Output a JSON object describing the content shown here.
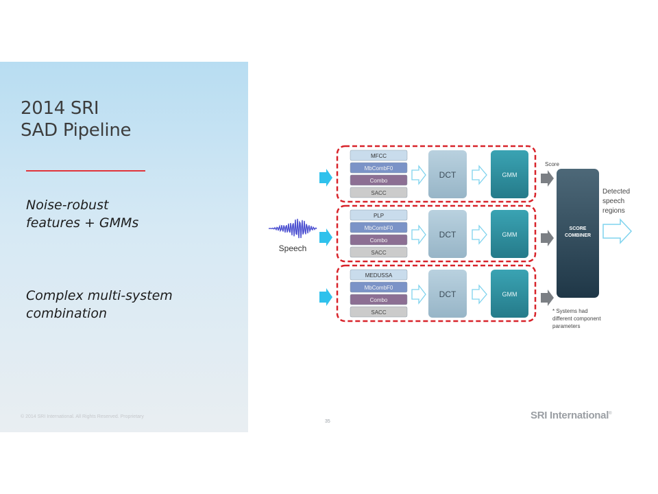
{
  "slide": {
    "title_line1": "2014 SRI",
    "title_line2": "SAD Pipeline",
    "bullet1_line1": "Noise-robust",
    "bullet1_line2": "features + GMMs",
    "bullet2_line1": "Complex multi-system",
    "bullet2_line2": "combination",
    "copyright": "© 2014 SRI International. All Rights Reserved. Proprietary",
    "page_number": "35",
    "logo": "SRI International",
    "logo_mark": "®"
  },
  "diagram": {
    "input_label": "Speech",
    "rows": [
      {
        "features": [
          "MFCC",
          "MbCombF0",
          "Combo",
          "SACC"
        ],
        "dct": "DCT",
        "gmm": "GMM"
      },
      {
        "features": [
          "PLP",
          "MbCombF0",
          "Combo",
          "SACC"
        ],
        "dct": "DCT",
        "gmm": "GMM"
      },
      {
        "features": [
          "MEDUSSA",
          "MbCombF0",
          "Combo",
          "SACC"
        ],
        "dct": "DCT",
        "gmm": "GMM"
      }
    ],
    "score_label": "Score",
    "combiner_line1": "SCORE",
    "combiner_line2": "COMBINER",
    "output_line1": "Detected",
    "output_line2": "speech",
    "output_line3": "regions",
    "note_line1": "* Systems had",
    "note_line2": "different component",
    "note_line3": "parameters"
  },
  "colors": {
    "accent_red": "#e0333a",
    "dashed_border": "#d8232a",
    "arrow_cyan": "#2fc1ec",
    "dct_box": "#a9c4d4",
    "gmm_box": "#2e8fa0",
    "combiner": "#2c4656",
    "feat_top": "#c9dcec",
    "feat_mbcomb": "#7b93c7",
    "feat_combo": "#8c6f93",
    "feat_sacc": "#cbcbcb"
  }
}
